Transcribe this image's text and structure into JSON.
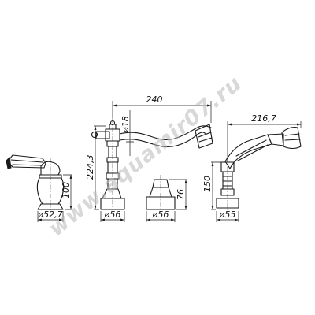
{
  "watermark": "www.aquamir07.ru",
  "dimensions": {
    "spout_reach": "240",
    "spout_diameter": "ø18",
    "mixer_height": "224,3",
    "mixer_base": "ø56",
    "lever_height": "100",
    "lever_base": "ø52,7",
    "valve_height": "76",
    "valve_base": "ø56",
    "shower_height": "150",
    "shower_reach": "216,7",
    "shower_base": "ø55"
  }
}
